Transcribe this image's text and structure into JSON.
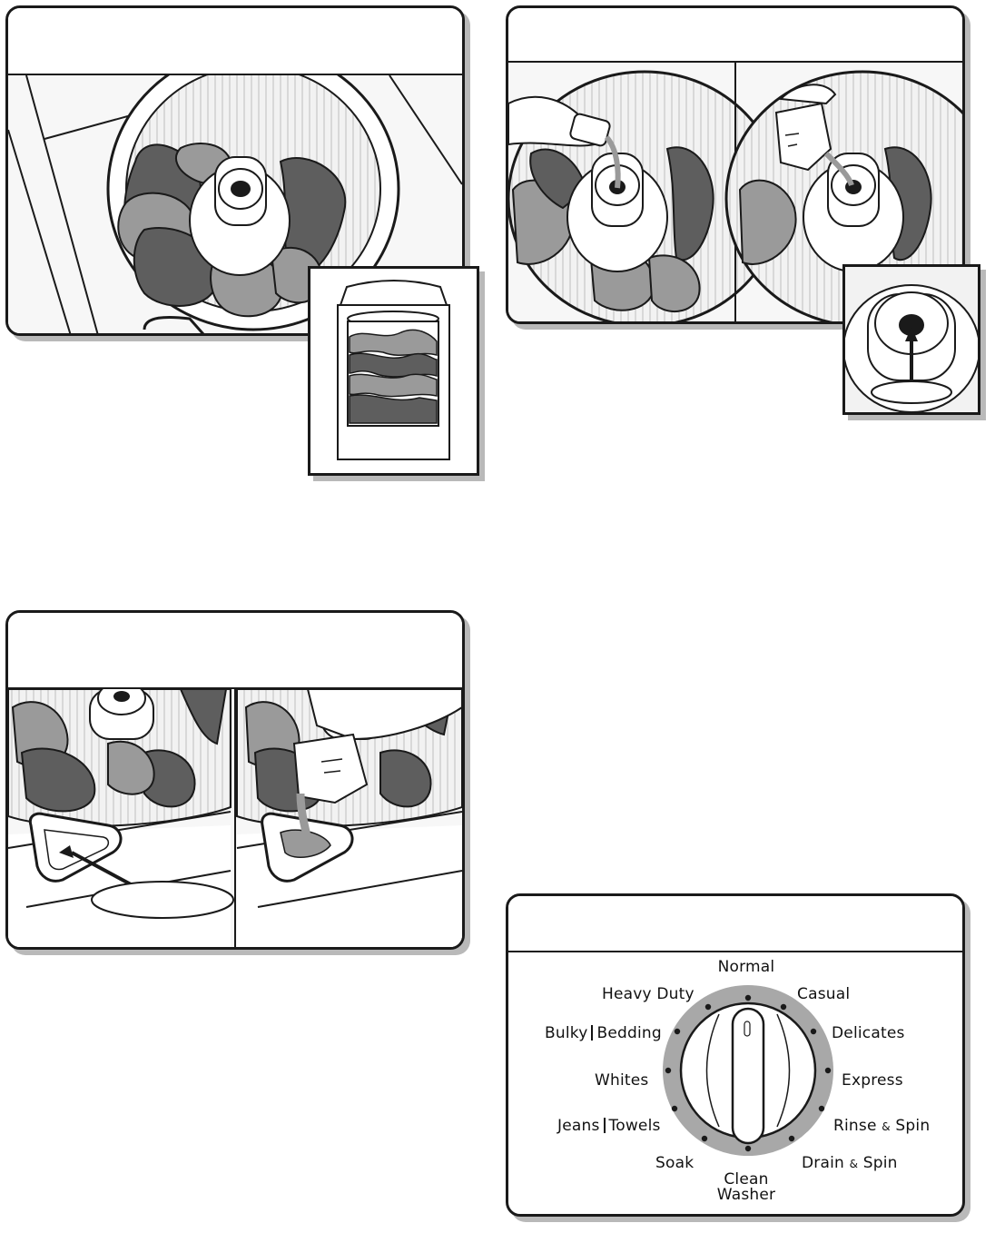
{
  "colors": {
    "outline": "#1a1a1a",
    "shadow": "#b9b9b9",
    "cloth_light": "#9a9a9a",
    "cloth_dark": "#5e5e5e",
    "dial_ring": "#a8a8a8"
  },
  "icons": {
    "load_panel": "washer-load-illustration",
    "additive_panel": "pouring-additive-illustration",
    "dispenser_panel": "dispenser-fill-illustration",
    "dial_panel": "cycle-selector-knob"
  },
  "cycle_dial": {
    "normal": "Normal",
    "heavy_duty": "Heavy Duty",
    "casual": "Casual",
    "bulky": "Bulky",
    "bedding": "Bedding",
    "delicates": "Delicates",
    "whites": "Whites",
    "express": "Express",
    "jeans": "Jeans",
    "towels": "Towels",
    "rinse": "Rinse",
    "rinse_spin": "Spin",
    "soak": "Soak",
    "drain": "Drain",
    "drain_spin": "Spin",
    "ampersand": "&",
    "clean_line1": "Clean",
    "clean_line2": "Washer"
  }
}
